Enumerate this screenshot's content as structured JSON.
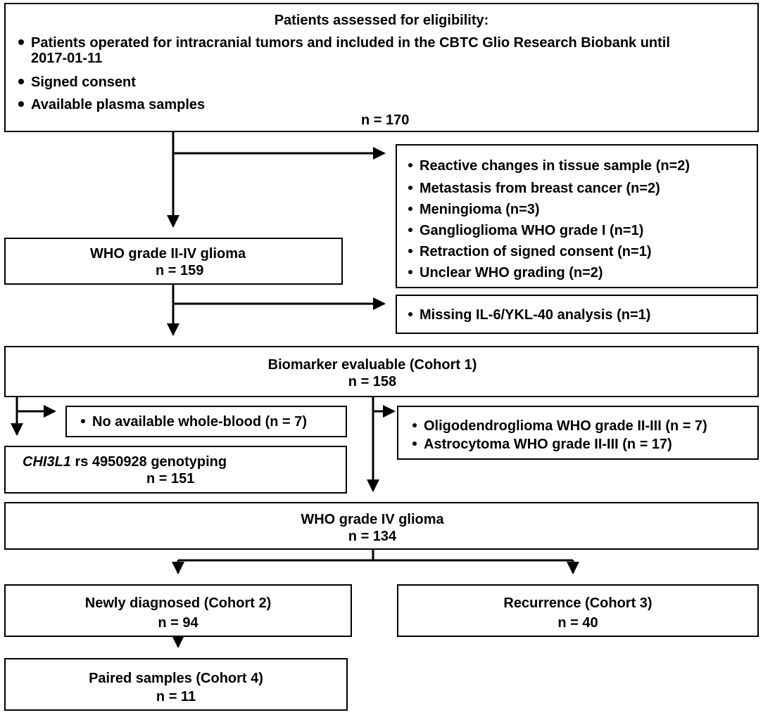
{
  "eligibility": {
    "title": "Patients assessed for eligibility:",
    "bullets": [
      "Patients operated for intracranial tumors and included in the CBTC Glio Research Biobank until",
      "2017-01-11",
      "Signed consent",
      "Available plasma samples"
    ],
    "n": "n = 170"
  },
  "exclusion1": {
    "items": [
      "Reactive changes in tissue sample (n=2)",
      "Metastasis from breast cancer (n=2)",
      "Meningioma (n=3)",
      "Ganglioglioma WHO grade I (n=1)",
      "Retraction of signed consent (n=1)",
      "Unclear WHO grading (n=2)"
    ]
  },
  "glioma": {
    "title": "WHO grade II-IV glioma",
    "n": "n = 159"
  },
  "exclusion2": {
    "items": [
      "Missing IL-6/YKL-40 analysis (n=1)"
    ]
  },
  "cohort1": {
    "title": "Biomarker evaluable (Cohort 1)",
    "n": "n = 158"
  },
  "exclusion3": {
    "items": [
      "No available whole-blood (n = 7)"
    ]
  },
  "genotyping": {
    "gene": "CHI3L1",
    "title_rest": " rs 4950928 genotyping",
    "n": "n = 151"
  },
  "exclusion4": {
    "items": [
      "Oligodendroglioma WHO grade II-III (n = 7)",
      "Astrocytoma WHO grade II-III (n = 17)"
    ]
  },
  "grade4": {
    "title": "WHO grade IV glioma",
    "n": "n = 134"
  },
  "cohort2": {
    "title": "Newly diagnosed (Cohort 2)",
    "n": "n = 94"
  },
  "cohort3": {
    "title": "Recurrence (Cohort 3)",
    "n": "n = 40"
  },
  "cohort4": {
    "title": "Paired samples (Cohort 4)",
    "n": "n = 11"
  }
}
